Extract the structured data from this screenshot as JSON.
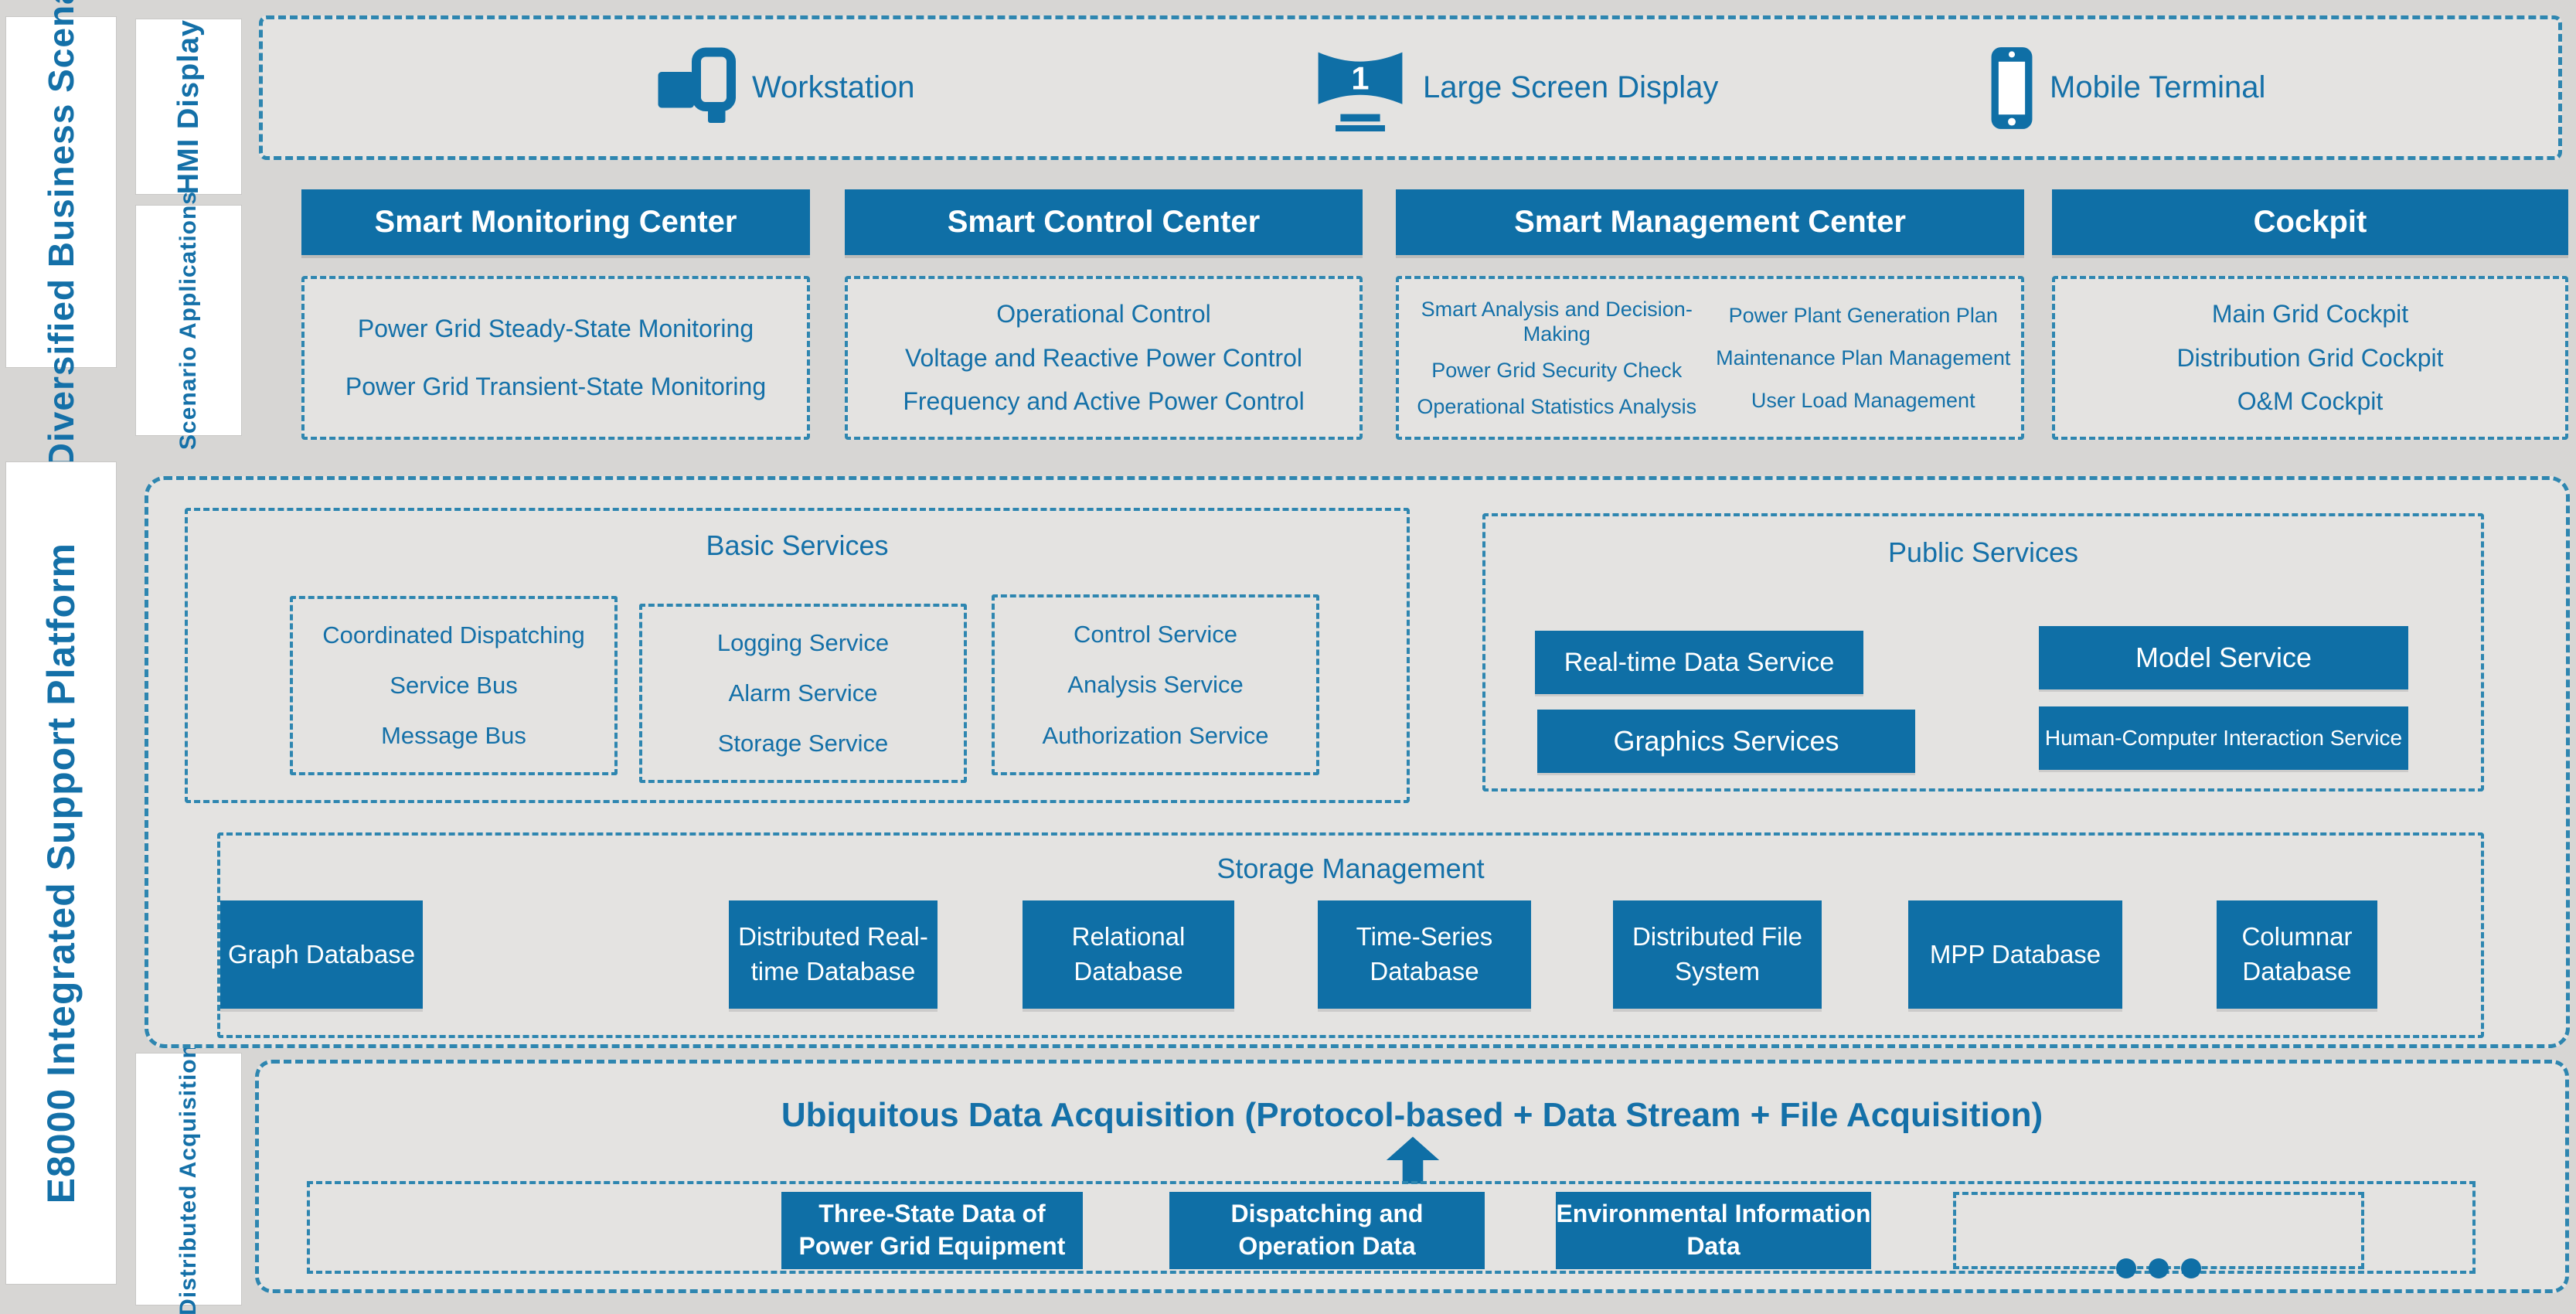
{
  "colors": {
    "accent": "#0f6fa6",
    "dash_border": "#2e86b0",
    "text_blue": "#1470a8",
    "background": "#d7d6d4",
    "panel_gray": "#e4e3e1"
  },
  "left_rail": {
    "business": "Diversified Business Scenarios",
    "hmi": "HMI Display",
    "scenario": "Scenario Applications",
    "platform": "E8000 Integrated Support Platform",
    "acquisition": "Distributed Acquisition"
  },
  "hmi_row": {
    "devices": [
      {
        "label": "Workstation",
        "icon": "workstation-icon"
      },
      {
        "label": "Large Screen Display",
        "icon": "large-screen-icon",
        "badge": "1"
      },
      {
        "label": "Mobile Terminal",
        "icon": "mobile-terminal-icon"
      }
    ]
  },
  "centers": [
    {
      "title": "Smart Monitoring Center",
      "items": [
        "Power Grid Steady-State Monitoring",
        "Power Grid Transient-State Monitoring"
      ]
    },
    {
      "title": "Smart Control Center",
      "items": [
        "Operational Control",
        "Voltage and Reactive Power Control",
        "Frequency and Active Power Control"
      ]
    },
    {
      "title": "Smart Management Center",
      "items_left": [
        "Smart Analysis and Decision-Making",
        "Power Grid Security Check",
        "Operational Statistics Analysis"
      ],
      "items_right": [
        "Power Plant Generation Plan",
        "Maintenance Plan Management",
        "User Load Management"
      ]
    },
    {
      "title": "Cockpit",
      "items": [
        "Main Grid Cockpit",
        "Distribution Grid Cockpit",
        "O&M Cockpit"
      ]
    }
  ],
  "platform": {
    "basic_services": {
      "title": "Basic Services",
      "groups": [
        [
          "Coordinated Dispatching",
          "Service Bus",
          "Message Bus"
        ],
        [
          "Logging Service",
          "Alarm Service",
          "Storage Service"
        ],
        [
          "Control Service",
          "Analysis Service",
          "Authorization Service"
        ]
      ]
    },
    "public_services": {
      "title": "Public Services",
      "buttons": [
        "Real-time Data Service",
        "Model Service",
        "Graphics Services",
        "Human-Computer Interaction Service"
      ]
    },
    "storage": {
      "title": "Storage Management",
      "databases": [
        "Distributed Real-time Database",
        "Relational Database",
        "Time-Series Database",
        "Distributed File System",
        "MPP Database",
        "Columnar Database",
        "Graph Database"
      ]
    }
  },
  "acquisition": {
    "title": "Ubiquitous Data Acquisition (Protocol-based + Data Stream + File Acquisition)",
    "arrow_icon": "up-arrow-icon",
    "sources": [
      "Three-State Data of Power Grid Equipment",
      "Dispatching and Operation Data",
      "Environmental Information Data"
    ],
    "more_icon": "ellipsis-icon"
  }
}
